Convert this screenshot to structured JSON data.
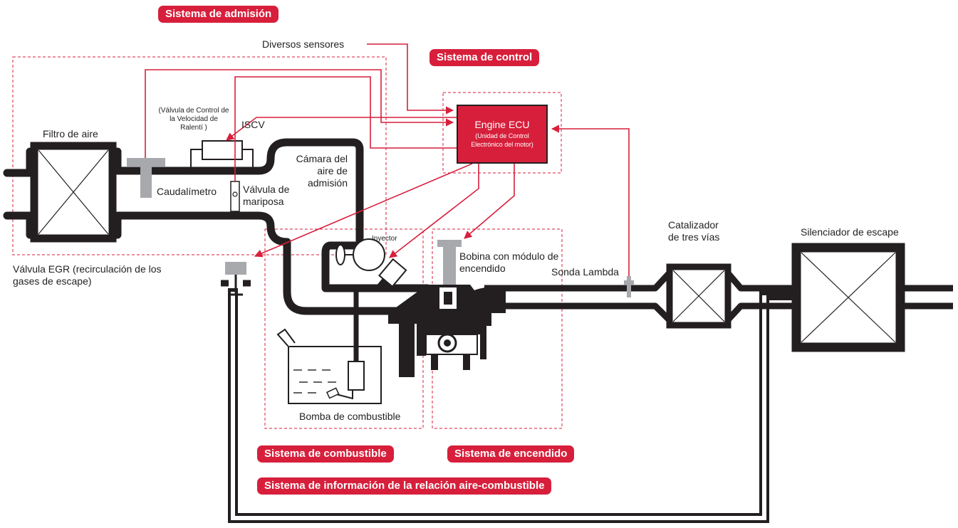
{
  "systems": {
    "intake": "Sistema de admisión",
    "control": "Sistema de control",
    "fuel": "Sistema de combustible",
    "ignition": "Sistema de encendido",
    "air_fuel_info": "Sistema de información de la relación aire-combustible"
  },
  "labels": {
    "sensors": "Diversos sensores",
    "air_filter": "Filtro de aire",
    "iscv_long": "(Válvula de Control de la Velocidad de Ralentí )",
    "iscv": "ISCV",
    "flowmeter": "Caudalímetro",
    "throttle": "Válvula de mariposa",
    "intake_chamber": "Cámara del aire de admisión",
    "egr": "Válvula EGR (recirculación de los gases de escape)",
    "injector": "Inyector",
    "coil": "Bobina con módulo de encendido",
    "lambda": "Sonda Lambda",
    "catalyst": "Catalizador de tres vías",
    "muffler": "Silenciador de escape",
    "fuel_pump": "Bomba de combustible"
  },
  "ecu": {
    "title": "Engine ECU",
    "subtitle": "(Unidad de Control Electrónico del motor)"
  },
  "colors": {
    "accent": "#d71f3b",
    "pipe": "#231f20",
    "dashed": "#d71f3b",
    "component": "#a7a9ac"
  }
}
